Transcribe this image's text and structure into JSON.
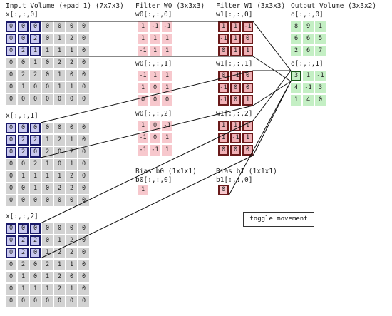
{
  "titles": {
    "input": "Input Volume (+pad 1) (7x7x3)",
    "filter0": "Filter W0 (3x3x3)",
    "filter1": "Filter W1 (3x3x3)",
    "output": "Output Volume (3x3x2)"
  },
  "input": {
    "slices": [
      {
        "label": "x[:,:,0]",
        "rows": [
          [
            "0",
            "0",
            "0",
            "0",
            "0",
            "0",
            "0"
          ],
          [
            "0",
            "0",
            "2",
            "0",
            "1",
            "2",
            "0"
          ],
          [
            "0",
            "2",
            "1",
            "1",
            "1",
            "1",
            "0"
          ],
          [
            "0",
            "0",
            "1",
            "0",
            "2",
            "2",
            "0"
          ],
          [
            "0",
            "2",
            "2",
            "0",
            "1",
            "0",
            "0"
          ],
          [
            "0",
            "1",
            "0",
            "0",
            "1",
            "1",
            "0"
          ],
          [
            "0",
            "0",
            "0",
            "0",
            "0",
            "0",
            "0"
          ]
        ]
      },
      {
        "label": "x[:,:,1]",
        "rows": [
          [
            "0",
            "0",
            "0",
            "0",
            "0",
            "0",
            "0"
          ],
          [
            "0",
            "2",
            "2",
            "1",
            "2",
            "1",
            "0"
          ],
          [
            "0",
            "2",
            "0",
            "2",
            "0",
            "2",
            "0"
          ],
          [
            "0",
            "0",
            "2",
            "1",
            "0",
            "1",
            "0"
          ],
          [
            "0",
            "1",
            "1",
            "1",
            "1",
            "2",
            "0"
          ],
          [
            "0",
            "0",
            "1",
            "0",
            "2",
            "2",
            "0"
          ],
          [
            "0",
            "0",
            "0",
            "0",
            "0",
            "0",
            "0"
          ]
        ]
      },
      {
        "label": "x[:,:,2]",
        "rows": [
          [
            "0",
            "0",
            "0",
            "0",
            "0",
            "0",
            "0"
          ],
          [
            "0",
            "2",
            "2",
            "0",
            "1",
            "2",
            "0"
          ],
          [
            "0",
            "2",
            "0",
            "1",
            "2",
            "2",
            "0"
          ],
          [
            "0",
            "2",
            "0",
            "2",
            "1",
            "1",
            "0"
          ],
          [
            "0",
            "1",
            "0",
            "1",
            "2",
            "0",
            "0"
          ],
          [
            "0",
            "1",
            "1",
            "1",
            "2",
            "1",
            "0"
          ],
          [
            "0",
            "0",
            "0",
            "0",
            "0",
            "0",
            "0"
          ]
        ]
      }
    ]
  },
  "filter0": {
    "slices": [
      {
        "label": "w0[:,:,0]",
        "rows": [
          [
            "1",
            "-1",
            "-1"
          ],
          [
            "1",
            "1",
            "1"
          ],
          [
            "-1",
            "1",
            "1"
          ]
        ]
      },
      {
        "label": "w0[:,:,1]",
        "rows": [
          [
            "-1",
            "1",
            "1"
          ],
          [
            "1",
            "0",
            "1"
          ],
          [
            "0",
            "0",
            "0"
          ]
        ]
      },
      {
        "label": "w0[:,:,2]",
        "rows": [
          [
            "1",
            "0",
            "-1"
          ],
          [
            "-1",
            "0",
            "1"
          ],
          [
            "-1",
            "-1",
            "1"
          ]
        ]
      }
    ],
    "bias_title": "Bias b0 (1x1x1)",
    "bias_label": "b0[:,:,0]",
    "bias_value": "1"
  },
  "filter1": {
    "slices": [
      {
        "label": "w1[:,:,0]",
        "rows": [
          [
            "1",
            "1",
            "-1"
          ],
          [
            "-1",
            "1",
            "0"
          ],
          [
            "0",
            "1",
            "1"
          ]
        ]
      },
      {
        "label": "w1[:,:,1]",
        "rows": [
          [
            "0",
            "-1",
            "0"
          ],
          [
            "-1",
            "0",
            "0"
          ],
          [
            "-1",
            "0",
            "1"
          ]
        ]
      },
      {
        "label": "w1[:,:,2]",
        "rows": [
          [
            "1",
            "1",
            "1"
          ],
          [
            "1",
            "-1",
            "1"
          ],
          [
            "0",
            "0",
            "0"
          ]
        ]
      }
    ],
    "bias_title": "Bias b1 (1x1x1)",
    "bias_label": "b1[:,:,0]",
    "bias_value": "0"
  },
  "output": {
    "slices": [
      {
        "label": "o[:,:,0]",
        "rows": [
          [
            "8",
            "9",
            "1"
          ],
          [
            "6",
            "6",
            "5"
          ],
          [
            "2",
            "6",
            "7"
          ]
        ]
      },
      {
        "label": "o[:,:,1]",
        "rows": [
          [
            "3",
            "1",
            "-1"
          ],
          [
            "4",
            "-1",
            "3"
          ],
          [
            "1",
            "4",
            "0"
          ]
        ]
      }
    ]
  },
  "toggle_label": "toggle movement",
  "colors": {
    "input_cell": "#d2d2d2",
    "input_highlight": "#c8c8ee",
    "input_border": "#1a1a6a",
    "filter0_cell": "#f7c8cd",
    "filter1_cell": "#f0b0b5",
    "filter1_border": "#6a1a1a",
    "output_cell": "#c4efc4",
    "output_border": "#1a5a1a"
  }
}
